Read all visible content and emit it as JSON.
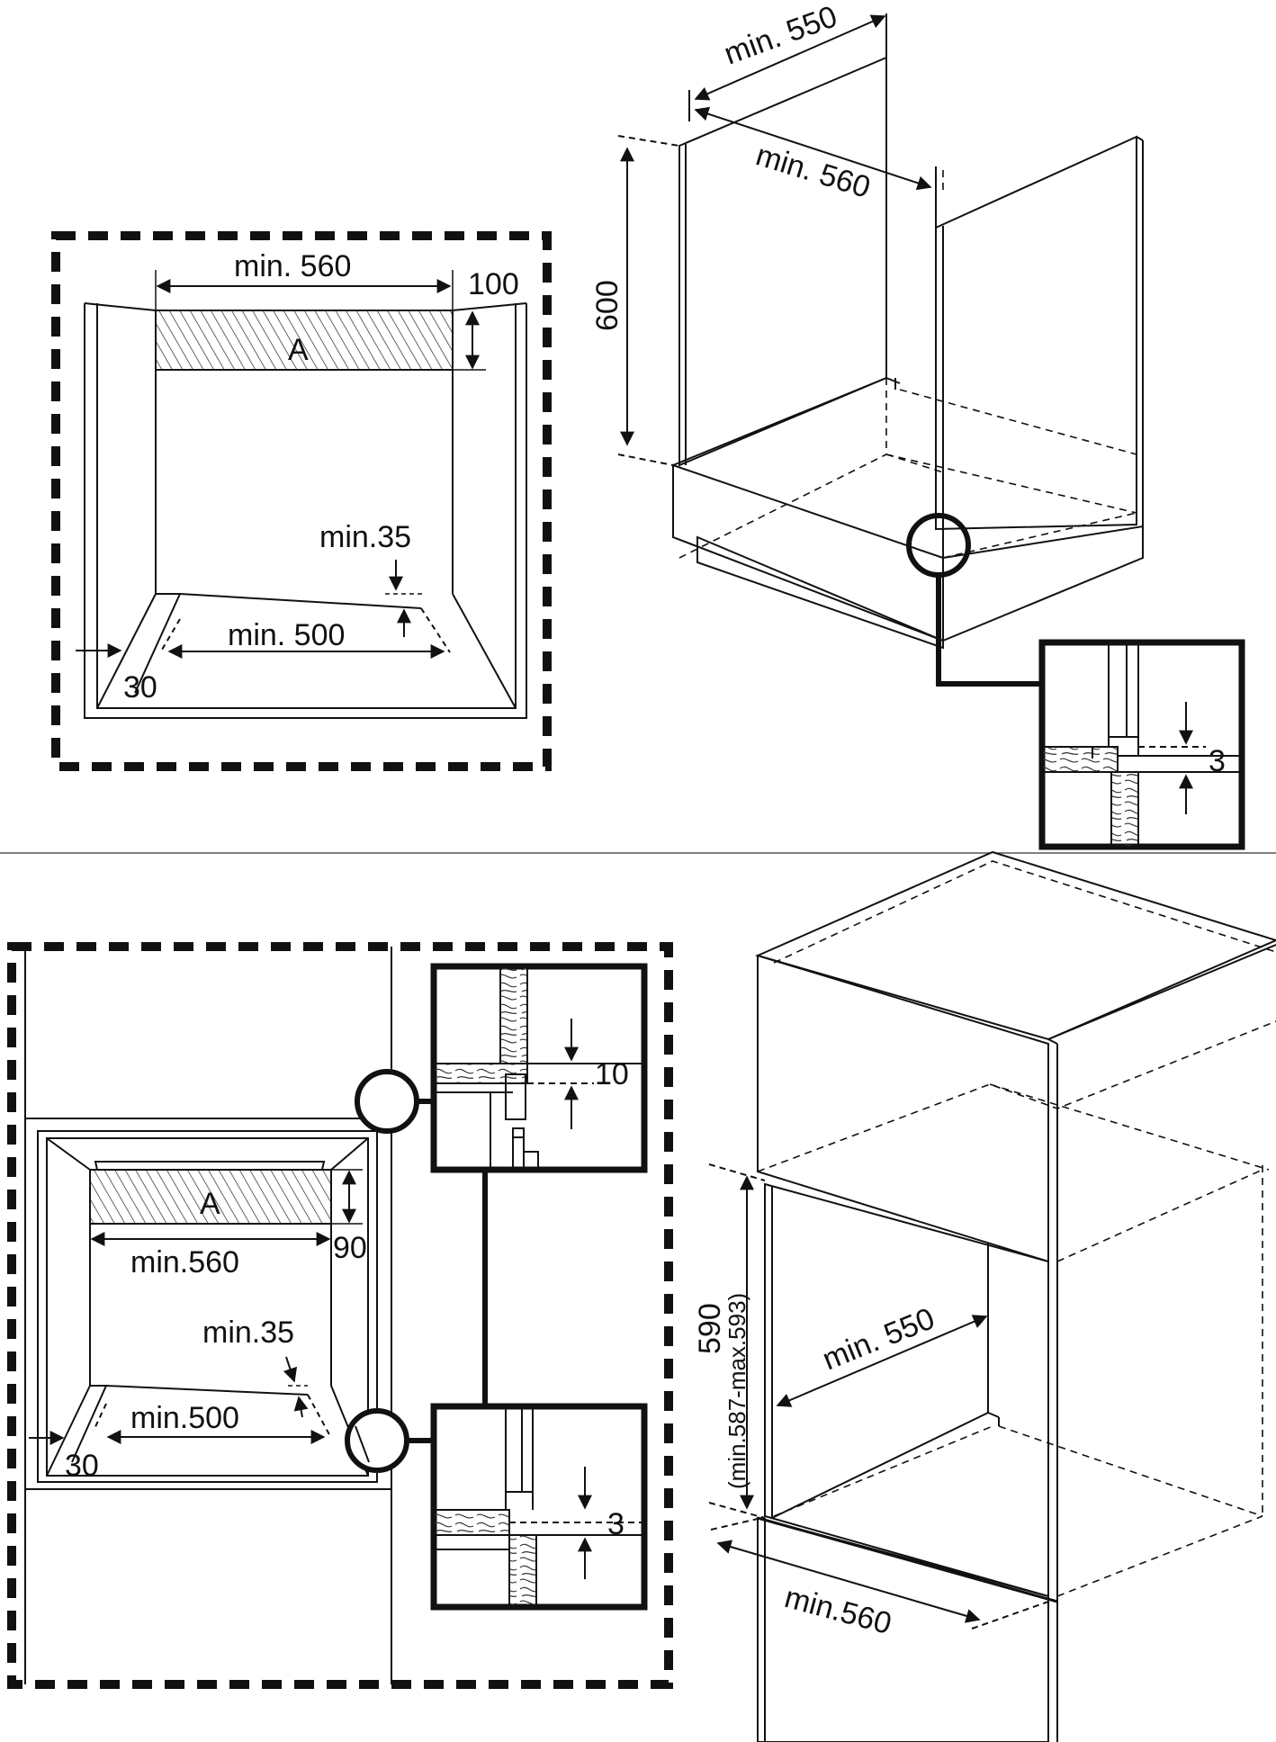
{
  "colors": {
    "line": "#111111",
    "hatch": "#222222",
    "background": "#ffffff"
  },
  "under_counter": {
    "front_view": {
      "width_label": "min. 560",
      "height_label": "100",
      "hatch_label": "A",
      "gap_label": "min.35",
      "depth_label": "min. 500",
      "side_label": "30"
    },
    "cabinet_3d": {
      "back_width_label": "min. 550",
      "inner_width_label": "min. 560",
      "height_label": "600"
    },
    "detail": {
      "gap_label": "3"
    }
  },
  "tall_unit": {
    "front_view": {
      "hatch_label": "A",
      "height_label": "90",
      "width_label": "min.560",
      "gap_label": "min.35",
      "depth_label": "min.500",
      "side_label": "30"
    },
    "detail_top": {
      "gap_label": "10"
    },
    "detail_bottom": {
      "gap_label": "3"
    },
    "cabinet_3d": {
      "depth_label": "min. 550",
      "height_label": "590",
      "height_range_label": "(min.587-max.593)",
      "width_label": "min.560"
    }
  }
}
